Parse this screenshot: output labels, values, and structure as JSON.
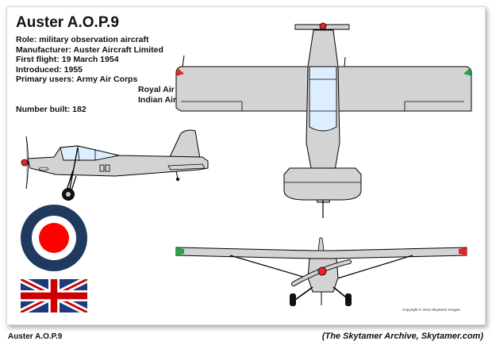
{
  "header": {
    "title": "Auster A.O.P.9"
  },
  "facts": {
    "role": "Role: military observation aircraft",
    "manufacturer": "Manufacturer: Auster Aircraft Limited",
    "first_flight": "First flight: 19 March 1954",
    "introduced": "Introduced: 1955",
    "primary_users": "Primary users: Army Air Corps",
    "user_2": "Royal Air Force",
    "user_3": "Indian Air Force",
    "number_built": "Number built: 182"
  },
  "copyright": "Copyright © 2013 Skytamer Images",
  "footer": {
    "caption": "Auster A.O.P.9",
    "source": "(The Skytamer Archive, Skytamer.com)"
  },
  "colors": {
    "airframe": "#d3d3d3",
    "glazing": "#ddeeff",
    "roundel_blue": "#1f3a5e",
    "roundel_red": "#ff0000",
    "nav_red": "#ee2222",
    "nav_green": "#22aa44"
  }
}
